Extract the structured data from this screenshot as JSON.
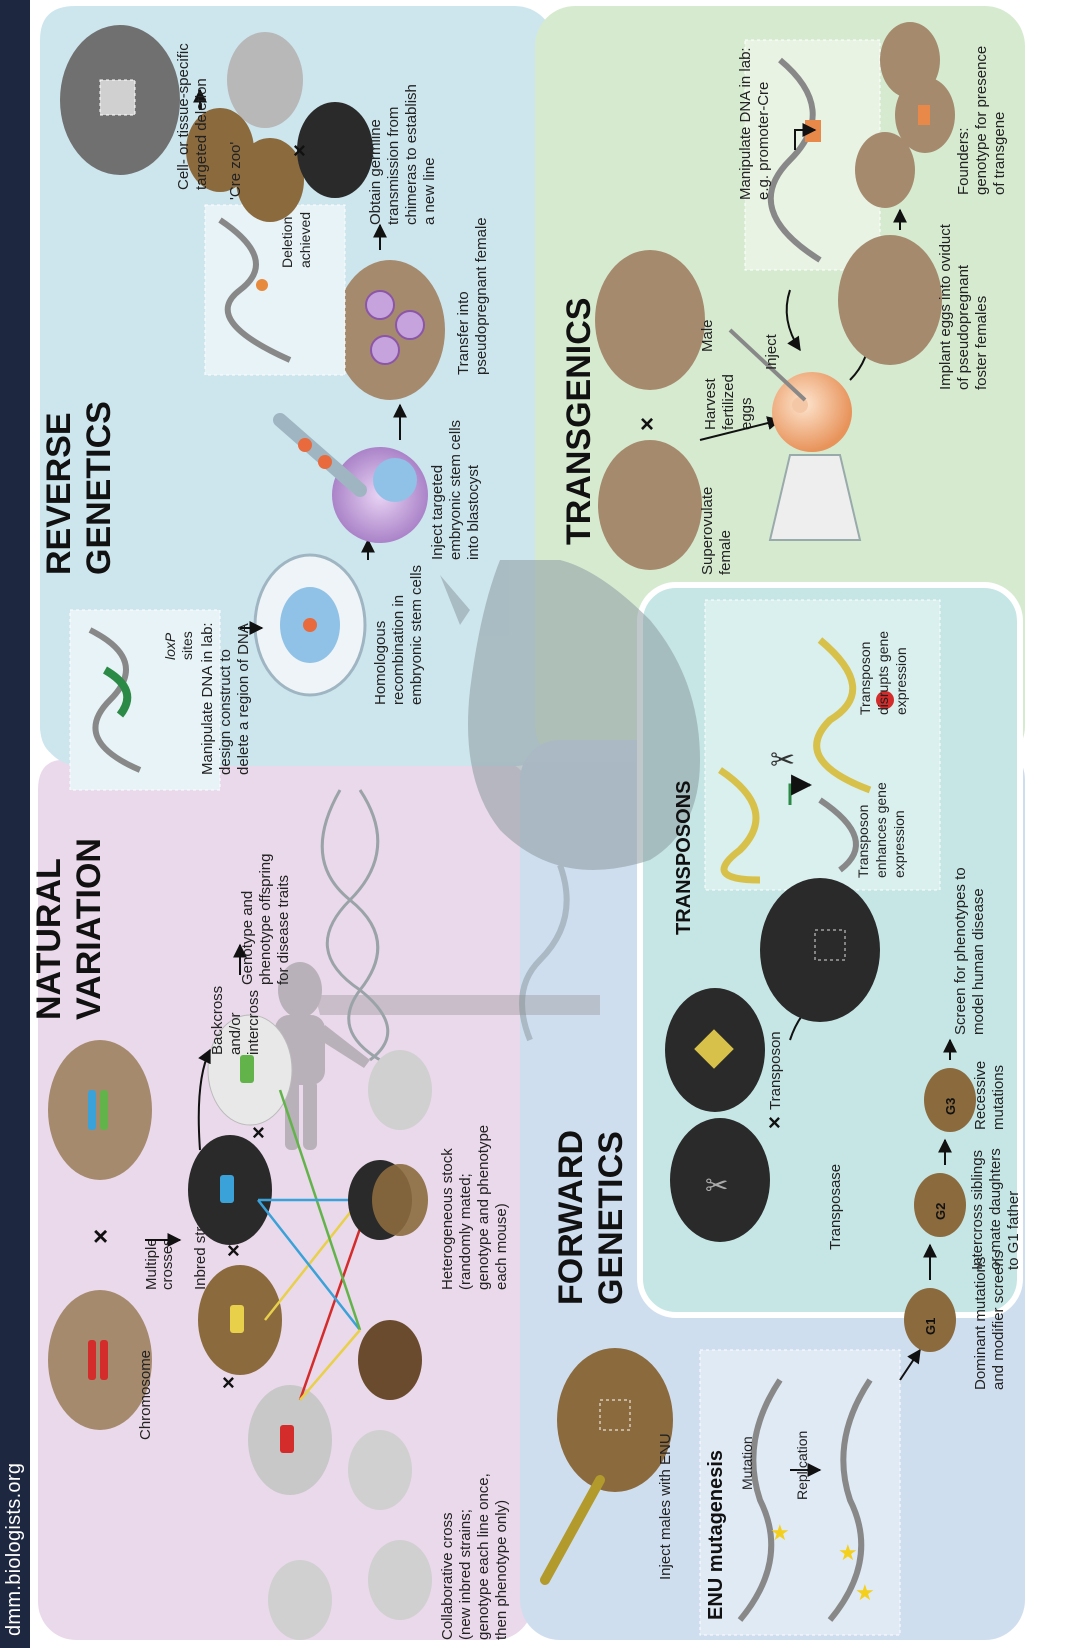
{
  "site": "dmm.biologists.org",
  "sections": {
    "natural_variation": {
      "title": [
        "NATURAL",
        "VARIATION"
      ],
      "labels": {
        "chromosome": "Chromosome",
        "multiple_crosses": [
          "Multiple",
          "crosses"
        ],
        "inbred_strains": "Inbred strains",
        "backcross": [
          "Backcross",
          "and/or",
          "intercross"
        ],
        "genotype_phenotype": [
          "Genotype and",
          "phenotype offspring",
          "for disease traits"
        ],
        "collaborative_cross": [
          "Collaborative cross",
          "(new inbred strains;",
          "genotype each line once,",
          "then phenotype only)"
        ],
        "heterogeneous_stock": [
          "Heterogeneous stock",
          "(randomly mated;",
          "genotype and phenotype",
          "each mouse)"
        ]
      },
      "color": "#ead9ea"
    },
    "reverse_genetics": {
      "title": [
        "REVERSE",
        "GENETICS"
      ],
      "labels": {
        "loxp": [
          "loxP",
          "sites"
        ],
        "manipulate_dna": [
          "Manipulate DNA in lab:",
          "design construct to",
          "delete a region of DNA"
        ],
        "homologous": [
          "Homologous",
          "recombination in",
          "embryonic stem cells"
        ],
        "inject_targeted": [
          "Inject targeted",
          "embryonic stem cells",
          "into blastocyst"
        ],
        "transfer": [
          "Transfer into",
          "pseudopregnant female"
        ],
        "obtain_germline": [
          "Obtain germline",
          "transmission from",
          "chimeras to establish",
          "a new line"
        ],
        "deletion_achieved": [
          "Deletion",
          "achieved"
        ],
        "cre_zoo": "'Cre zoo'",
        "cell_tissue": [
          "Cell- or tissue-specific",
          "targeted deletion"
        ]
      },
      "color": "#cde6ee"
    },
    "transgenics": {
      "title": "TRANSGENICS",
      "labels": {
        "superovulate": [
          "Superovulate",
          "female"
        ],
        "harvest": [
          "Harvest",
          "fertilized",
          "eggs"
        ],
        "male": "Male",
        "inject": "Inject",
        "manipulate": [
          "Manipulate DNA in lab:",
          "e.g. promoter-Cre"
        ],
        "implant": [
          "Implant eggs into oviduct",
          "of pseudopregnant",
          "foster females"
        ],
        "founders": [
          "Founders:",
          "genotype for presence",
          "of transgene"
        ]
      },
      "color": "#d6ead0"
    },
    "forward_genetics": {
      "title": [
        "FORWARD",
        "GENETICS"
      ],
      "labels": {
        "enu_title": "ENU mutagenesis",
        "inject_males": "Inject males with ENU",
        "mutation": "Mutation",
        "replication": "Replication",
        "dominant": [
          "Dominant mutations",
          "and modifier screens"
        ],
        "intercross": [
          "Intercross siblings",
          "or mate daughters",
          "to G1 father"
        ],
        "recessive": [
          "Recessive",
          "mutations"
        ],
        "screen": [
          "Screen for phenotypes to",
          "model human disease"
        ],
        "g1": "G1",
        "g2": "G2",
        "g3": "G3"
      },
      "color": "#cfdeef"
    },
    "transposons": {
      "title": "TRANSPOSONS",
      "labels": {
        "transposase": "Transposase",
        "transposon": "Transposon",
        "enhances": [
          "Transposon",
          "enhances gene",
          "expression"
        ],
        "disrupts": [
          "Transposon",
          "disrupts gene",
          "expression"
        ]
      },
      "color": "#c6e6e6"
    }
  },
  "cross_symbol": "×"
}
